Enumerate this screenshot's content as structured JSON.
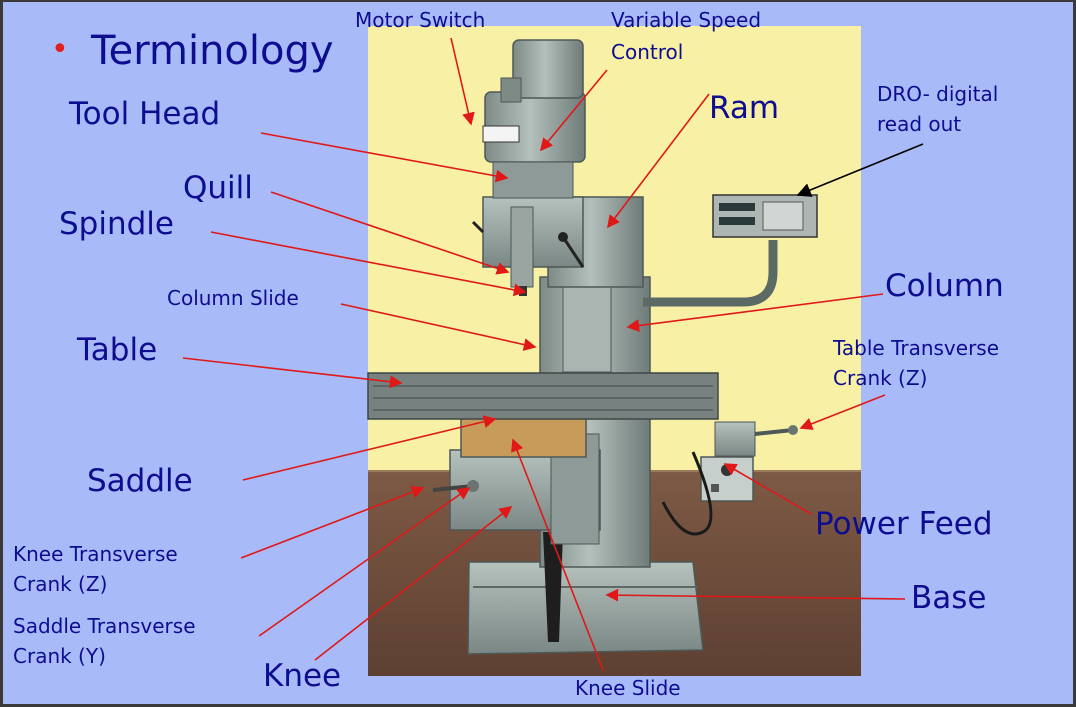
{
  "title": "Terminology",
  "colors": {
    "slide_bg": "#a9baf8",
    "label_text": "#0d0d8f",
    "leader_line": "#e01818",
    "dro_leader": "#000000",
    "bullet": "#e02020",
    "photo_bg": "#f8f0a4",
    "machine_body": "#9aa8a4"
  },
  "labels": {
    "motor_switch": "Motor Switch",
    "variable_speed_1": "Variable Speed",
    "variable_speed_2": "Control",
    "tool_head": "Tool Head",
    "ram": "Ram",
    "dro_1": "DRO- digital",
    "dro_2": "read out",
    "quill": "Quill",
    "spindle": "Spindle",
    "column_slide": "Column Slide",
    "column": "Column",
    "table": "Table",
    "table_transverse_1": "Table Transverse",
    "table_transverse_2": "Crank (Z)",
    "saddle": "Saddle",
    "power_feed": "Power Feed",
    "knee_transverse_1": "Knee Transverse",
    "knee_transverse_2": "Crank (Z)",
    "base": "Base",
    "saddle_transverse_1": "Saddle Transverse",
    "saddle_transverse_2": "Crank (Y)",
    "knee": "Knee",
    "knee_slide": "Knee Slide"
  }
}
